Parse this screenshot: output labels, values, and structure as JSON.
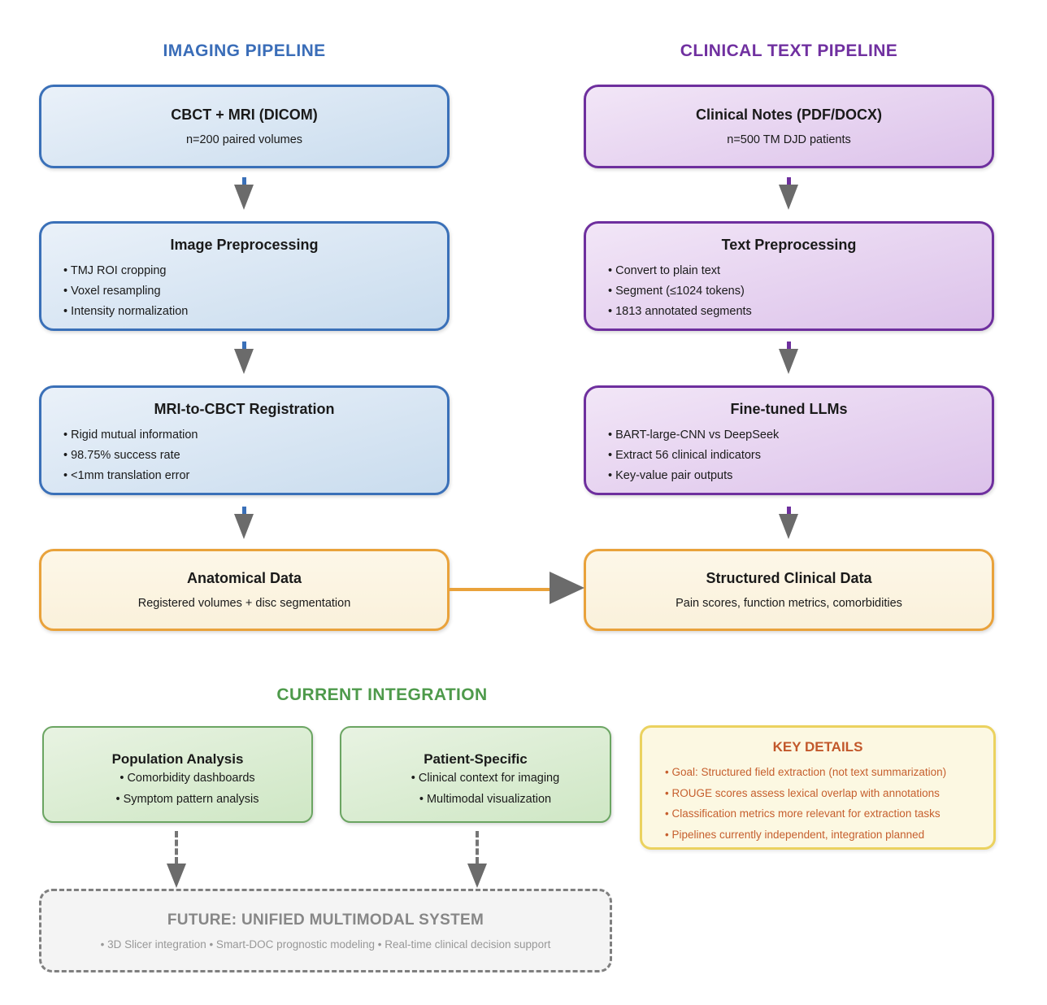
{
  "headers": {
    "imaging": "IMAGING PIPELINE",
    "clinical": "CLINICAL TEXT PIPELINE",
    "integration": "CURRENT INTEGRATION"
  },
  "imaging": {
    "box1": {
      "title": "CBCT + MRI (DICOM)",
      "subtitle": "n=200 paired volumes"
    },
    "box2": {
      "title": "Image Preprocessing",
      "b1": "• TMJ ROI cropping",
      "b2": "• Voxel resampling",
      "b3": "• Intensity normalization"
    },
    "box3": {
      "title": "MRI-to-CBCT Registration",
      "b1": "• Rigid mutual information",
      "b2": "• 98.75% success rate",
      "b3": "• <1mm translation error"
    },
    "box4": {
      "title": "Anatomical Data",
      "subtitle": "Registered volumes + disc segmentation"
    }
  },
  "clinical": {
    "box1": {
      "title": "Clinical Notes (PDF/DOCX)",
      "subtitle": "n=500 TM DJD patients"
    },
    "box2": {
      "title": "Text Preprocessing",
      "b1": "• Convert to plain text",
      "b2": "• Segment (≤1024 tokens)",
      "b3": "• 1813 annotated segments"
    },
    "box3": {
      "title": "Fine-tuned LLMs",
      "b1": "• BART-large-CNN vs DeepSeek",
      "b2": "• Extract 56 clinical indicators",
      "b3": "• Key-value pair outputs"
    },
    "box4": {
      "title": "Structured Clinical Data",
      "subtitle": "Pain scores, function metrics, comorbidities"
    }
  },
  "integration": {
    "population": {
      "title": "Population Analysis",
      "b1": "• Comorbidity dashboards",
      "b2": "• Symptom pattern analysis"
    },
    "patient": {
      "title": "Patient-Specific",
      "b1": "• Clinical context for imaging",
      "b2": "• Multimodal visualization"
    }
  },
  "key_details": {
    "title": "KEY DETAILS",
    "b1": "• Goal: Structured field extraction (not text summarization)",
    "b2": "• ROUGE scores assess lexical overlap with annotations",
    "b3": "• Classification metrics more relevant for extraction tasks",
    "b4": "• Pipelines currently independent, integration planned"
  },
  "future": {
    "title": "FUTURE: UNIFIED MULTIMODAL SYSTEM",
    "subtitle": "• 3D Slicer integration • Smart-DOC prognostic modeling • Real-time clinical decision support"
  },
  "colors": {
    "imaging_accent": "#3A70B8",
    "clinical_accent": "#6E2F9E",
    "integration_accent": "#4E9A4B",
    "data_border": "#E9A23B",
    "key_border": "#EBD25F",
    "key_text": "#C2582B",
    "arrow_gray": "#6B6B6B",
    "future_gray": "#7F7F7F"
  }
}
